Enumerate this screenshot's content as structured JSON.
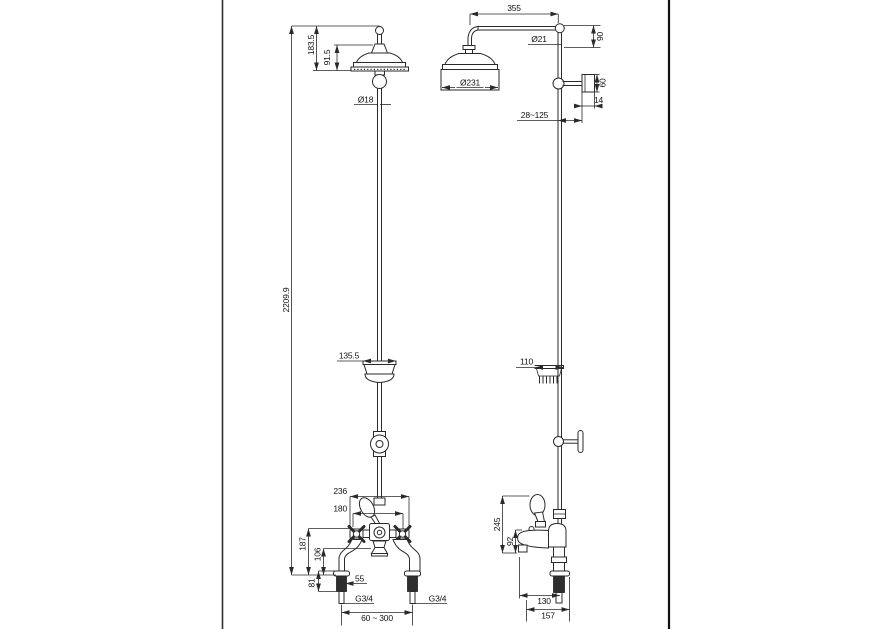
{
  "page": {
    "background": "#ffffff",
    "line_color": "#2a2a2a",
    "border_left_color": "#2f2f2f",
    "border_right_color": "#111111"
  },
  "drawing": {
    "front_view": {
      "dims": {
        "overall_height": "2209.9",
        "head_to_top": "183.5",
        "head_height": "91.5",
        "riser_diameter": "Ø18",
        "soap_dish_width": "135.5",
        "body_width": "236",
        "handle_spacing": "180",
        "body_height": "187",
        "spout_height": "106",
        "shank_length": "81",
        "leg_offset": "55",
        "thread_left": "G3/4",
        "thread_right": "G3/4",
        "inlet_spacing": "60 ~ 300"
      }
    },
    "side_view": {
      "dims": {
        "arm_reach": "355",
        "riser_pipe_diameter": "Ø21",
        "arm_drop": "90",
        "head_diameter": "Ø231",
        "bracket_height": "60",
        "bracket_depth": "14",
        "wall_distance": "28~125",
        "soap_dish_depth": "110",
        "handle_height": "245",
        "spout_height": "92",
        "spout_reach": "130",
        "base_depth": "157"
      }
    }
  }
}
